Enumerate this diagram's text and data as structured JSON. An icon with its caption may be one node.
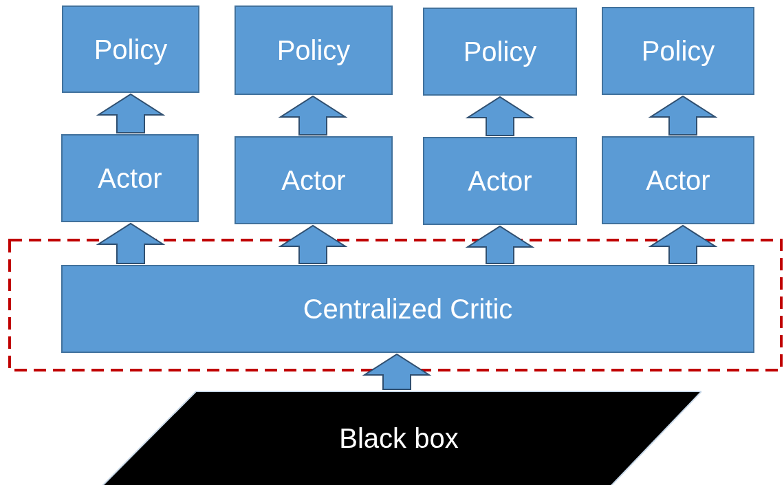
{
  "diagram": {
    "nodes": [
      {
        "text": [
          "Policy"
        ]
      },
      {
        "text": [
          "Policy"
        ]
      },
      {
        "text": [
          "Policy"
        ]
      },
      {
        "text": [
          "Policy"
        ]
      },
      {
        "text": [
          "Actor"
        ]
      },
      {
        "text": [
          "Actor"
        ]
      },
      {
        "text": [
          "Actor"
        ]
      },
      {
        "text": [
          "Actor"
        ]
      },
      {
        "text": [],
        "shape": "box"
      },
      {
        "text": [
          "Centralized Critic"
        ],
        "in": 8
      },
      {
        "text": [
          "Black box"
        ]
      }
    ],
    "edges": [
      {
        "from": 4,
        "to": 0,
        "arrow": "to"
      },
      {
        "from": 5,
        "to": 1,
        "arrow": "to"
      },
      {
        "from": 6,
        "to": 2,
        "arrow": "to"
      },
      {
        "from": 7,
        "to": 3,
        "arrow": "to"
      },
      {
        "from": 9,
        "to": 4,
        "arrow": "to"
      },
      {
        "from": 9,
        "to": 5,
        "arrow": "to"
      },
      {
        "from": 9,
        "to": 6,
        "arrow": "to"
      },
      {
        "from": 9,
        "to": 7,
        "arrow": "to"
      },
      {
        "from": 10,
        "to": 9,
        "arrow": "to"
      }
    ]
  }
}
